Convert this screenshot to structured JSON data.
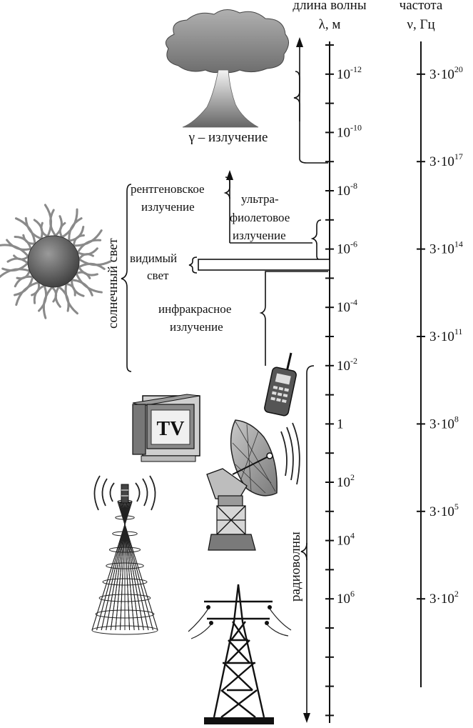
{
  "header": {
    "wavelength_title": "длина волны",
    "wavelength_unit": "λ, м",
    "frequency_title": "частота",
    "frequency_unit": "ν, Гц"
  },
  "wavelength_ticks": [
    {
      "base": "10",
      "exp": "-12"
    },
    {
      "base": "10",
      "exp": "-10"
    },
    {
      "base": "10",
      "exp": "-8"
    },
    {
      "base": "10",
      "exp": "-6"
    },
    {
      "base": "10",
      "exp": "-4"
    },
    {
      "base": "10",
      "exp": "-2"
    },
    {
      "base": "1",
      "exp": ""
    },
    {
      "base": "10",
      "exp": "2"
    },
    {
      "base": "10",
      "exp": "4"
    },
    {
      "base": "10",
      "exp": "6"
    }
  ],
  "frequency_ticks": [
    {
      "base": "3·10",
      "exp": "20"
    },
    {
      "base": "3·10",
      "exp": "17"
    },
    {
      "base": "3·10",
      "exp": "14"
    },
    {
      "base": "3·10",
      "exp": "11"
    },
    {
      "base": "3·10",
      "exp": "8"
    },
    {
      "base": "3·10",
      "exp": "5"
    },
    {
      "base": "3·10",
      "exp": "2"
    }
  ],
  "bands": {
    "gamma": "γ – излучение",
    "xray_line1": "рентгеновское",
    "xray_line2": "излучение",
    "uv_line1": "ультра-",
    "uv_line2": "фиолетовое",
    "uv_line3": "излучение",
    "visible_line1": "видимый",
    "visible_line2": "свет",
    "ir_line1": "инфракрасное",
    "ir_line2": "излучение",
    "sunlight": "солнечный свет",
    "radio": "радиоволны"
  },
  "illustrations": {
    "tv_label": "TV"
  },
  "colors": {
    "ink": "#111111",
    "sun_core": "#6a6a6a",
    "cloud": "#8c8c8c"
  }
}
